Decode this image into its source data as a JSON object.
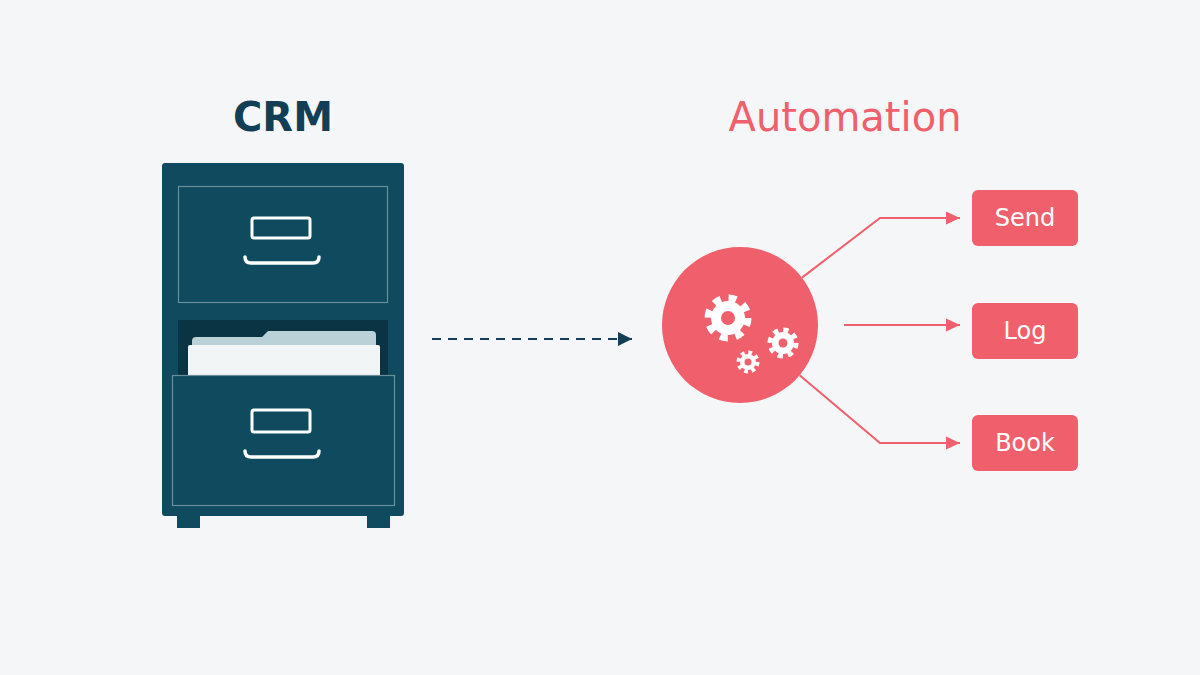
{
  "diagram": {
    "nodes": [
      {
        "text": [
          "CRM"
        ]
      },
      {
        "text": [
          "Automation"
        ]
      },
      {
        "text": [
          "Send"
        ]
      },
      {
        "text": [
          "Log"
        ]
      },
      {
        "text": [
          "Book"
        ]
      }
    ],
    "edges": [
      {
        "from": 0,
        "to": 1,
        "arrow": "to"
      },
      {
        "from": 1,
        "to": 2,
        "arrow": "to"
      },
      {
        "from": 1,
        "to": 3,
        "arrow": "to"
      },
      {
        "from": 1,
        "to": 4,
        "arrow": "to"
      }
    ]
  }
}
